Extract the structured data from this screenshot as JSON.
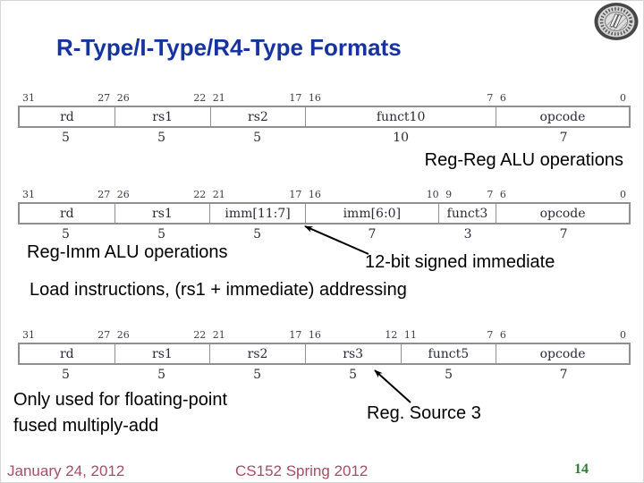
{
  "slide": {
    "title": "R-Type/I-Type/R4-Type Formats",
    "footer": {
      "date": "January 24, 2012",
      "course": "CS152 Spring 2012",
      "page_number": "14"
    },
    "logo": "uc-berkeley-seal"
  },
  "colors": {
    "title": "#1633a0",
    "footer_text": "#a54e63",
    "page_number": "#2e7d32",
    "diagram_border": "#8f8f8f",
    "diagram_text": "#2b2b38",
    "annotation_text": "#000000"
  },
  "annotations": {
    "reg_reg": "Reg-Reg ALU operations",
    "reg_imm": "Reg-Imm ALU operations",
    "imm12": "12-bit signed immediate",
    "load": "Load instructions, (rs1 + immediate) addressing",
    "fp_line1": "Only used for floating-point",
    "fp_line2": "fused multiply-add",
    "reg_source3": "Reg. Source 3"
  },
  "diagrams": [
    {
      "id": "reg-reg-format",
      "bit_markers": [
        {
          "label": "31",
          "pos": 0,
          "anchor": "left"
        },
        {
          "label": "27 26",
          "pos": 5,
          "anchor": "center"
        },
        {
          "label": "22 21",
          "pos": 10,
          "anchor": "center"
        },
        {
          "label": "17 16",
          "pos": 15,
          "anchor": "center"
        },
        {
          "label": "7 6",
          "pos": 25,
          "anchor": "center"
        },
        {
          "label": "0",
          "pos": 32,
          "anchor": "right"
        }
      ],
      "fields": [
        {
          "name": "rd",
          "bits": 5
        },
        {
          "name": "rs1",
          "bits": 5
        },
        {
          "name": "rs2",
          "bits": 5
        },
        {
          "name": "funct10",
          "bits": 10
        },
        {
          "name": "opcode",
          "bits": 7
        }
      ]
    },
    {
      "id": "reg-imm-format",
      "bit_markers": [
        {
          "label": "31",
          "pos": 0,
          "anchor": "left"
        },
        {
          "label": "27 26",
          "pos": 5,
          "anchor": "center"
        },
        {
          "label": "22 21",
          "pos": 10,
          "anchor": "center"
        },
        {
          "label": "17 16",
          "pos": 15,
          "anchor": "center"
        },
        {
          "label": "10 9",
          "pos": 22,
          "anchor": "center"
        },
        {
          "label": "7 6",
          "pos": 25,
          "anchor": "center"
        },
        {
          "label": "0",
          "pos": 32,
          "anchor": "right"
        }
      ],
      "fields": [
        {
          "name": "rd",
          "bits": 5
        },
        {
          "name": "rs1",
          "bits": 5
        },
        {
          "name": "imm[11:7]",
          "bits": 5
        },
        {
          "name": "imm[6:0]",
          "bits": 7
        },
        {
          "name": "funct3",
          "bits": 3
        },
        {
          "name": "opcode",
          "bits": 7
        }
      ]
    },
    {
      "id": "r4-format",
      "bit_markers": [
        {
          "label": "31",
          "pos": 0,
          "anchor": "left"
        },
        {
          "label": "27 26",
          "pos": 5,
          "anchor": "center"
        },
        {
          "label": "22 21",
          "pos": 10,
          "anchor": "center"
        },
        {
          "label": "17 16",
          "pos": 15,
          "anchor": "center"
        },
        {
          "label": "12 11",
          "pos": 20,
          "anchor": "center"
        },
        {
          "label": "7 6",
          "pos": 25,
          "anchor": "center"
        },
        {
          "label": "0",
          "pos": 32,
          "anchor": "right"
        }
      ],
      "fields": [
        {
          "name": "rd",
          "bits": 5
        },
        {
          "name": "rs1",
          "bits": 5
        },
        {
          "name": "rs2",
          "bits": 5
        },
        {
          "name": "rs3",
          "bits": 5
        },
        {
          "name": "funct5",
          "bits": 5
        },
        {
          "name": "opcode",
          "bits": 7
        }
      ]
    }
  ]
}
